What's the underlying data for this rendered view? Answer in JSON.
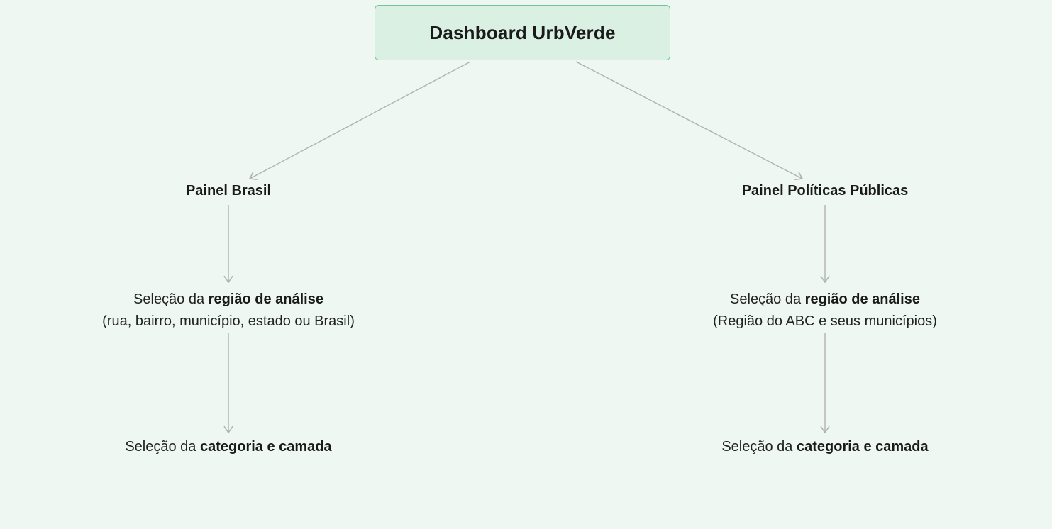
{
  "root": {
    "label": "Dashboard UrbVerde"
  },
  "branches": [
    {
      "id": "painel-brasil",
      "title": "Painel Brasil",
      "region_step": {
        "prefix": "Seleção da ",
        "bold": "região de análise",
        "detail": "(rua, bairro, município, estado ou Brasil)"
      },
      "layer_step": {
        "prefix": "Seleção da ",
        "bold": "categoria e camada"
      }
    },
    {
      "id": "painel-politicas-publicas",
      "title": "Painel Políticas Públicas",
      "region_step": {
        "prefix": "Seleção da ",
        "bold": "região de análise",
        "detail": "(Região do ABC e seus municípios)"
      },
      "layer_step": {
        "prefix": "Seleção da ",
        "bold": "categoria e camada"
      }
    }
  ],
  "colors": {
    "background": "#eef7f2",
    "root_box_fill": "#d9f0e3",
    "root_box_border": "#6ec794",
    "arrow": "#b1b1b1",
    "text": "#1a1a1a"
  }
}
